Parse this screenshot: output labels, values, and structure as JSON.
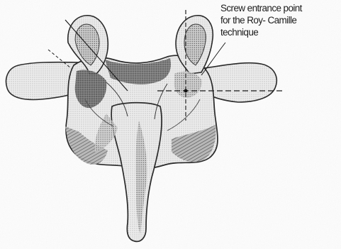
{
  "figure": {
    "subject": "vertebra, posterior view",
    "annotation_lines": [
      "Screw entrance point",
      "for the Roy- Camille",
      "technique"
    ]
  }
}
